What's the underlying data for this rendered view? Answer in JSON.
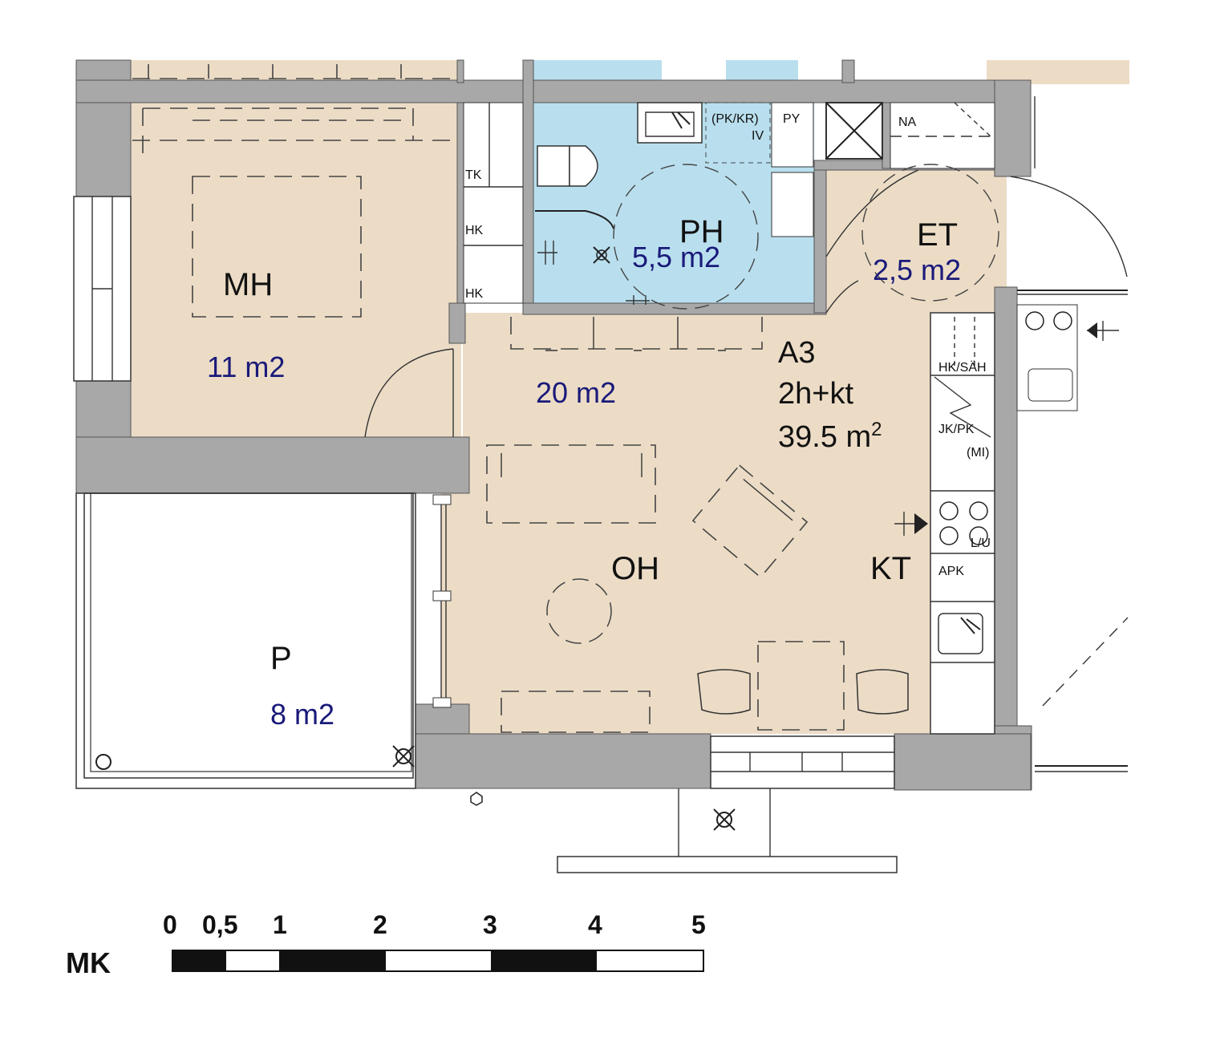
{
  "apartment": {
    "id": "A3",
    "type": "2h+kt",
    "area_value": "39.5 m",
    "area_sup": "2"
  },
  "rooms": {
    "mh": {
      "name": "MH",
      "area": "11 m2"
    },
    "ph": {
      "name": "PH",
      "area": "5,5 m2"
    },
    "et": {
      "name": "ET",
      "area": "2,5 m2"
    },
    "oh": {
      "name": "OH",
      "area": "20 m2"
    },
    "kt": {
      "name": "KT"
    },
    "p": {
      "name": "P",
      "area": "8 m2"
    }
  },
  "fixtures": {
    "tk": "TK",
    "hk1": "HK",
    "hk2": "HK",
    "pk_kr": "(PK/KR)",
    "iv": "IV",
    "py": "PY",
    "na": "NA",
    "hk_sah": "HK/SÄH",
    "jk_pk": "JK/PK",
    "mi": "(MI)",
    "lu": "L/U",
    "apk": "APK"
  },
  "scale": {
    "label": "MK",
    "ticks": [
      "0",
      "0,5",
      "1",
      "2",
      "3",
      "4",
      "5"
    ]
  },
  "colors": {
    "floor": "#ecdcc6",
    "bathroom": "#b9dfee",
    "wall": "#a8a8a8",
    "area_text": "#1a1a7a"
  }
}
